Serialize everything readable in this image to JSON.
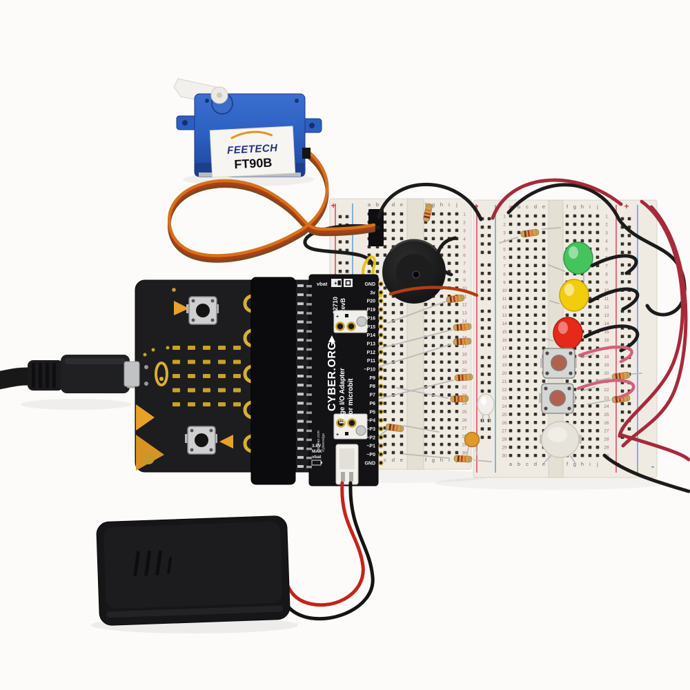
{
  "servo": {
    "brand": "FEETECH",
    "model": "FT90B"
  },
  "adapter": {
    "brand": "CYBER.ORG",
    "product_line1": "Edge I/O Adapter",
    "product_line2": "for microbit",
    "part_number": "32710",
    "revision": "RevB",
    "vbat_label": "vbat",
    "plus": "+",
    "minus": "-",
    "site_line1": "parallax.com",
    "site_line2": "/cyberedge",
    "power_note_line1": "3.6V",
    "power_note_line2": "MAX",
    "power_note_line3": "vbat",
    "pins": [
      "GND",
      "3v",
      "P20",
      "P19",
      "P16",
      "P15",
      "P14",
      "P13",
      "P12",
      "P11",
      "~P10",
      "P9",
      "P8",
      "P7",
      "P6",
      "P5",
      "~P4",
      "~P3",
      "~P2",
      "~P1",
      "~P0",
      "GND"
    ]
  },
  "breadboards": {
    "left_columns": [
      "a",
      "b",
      "c",
      "d",
      "e"
    ],
    "right_columns": [
      "f",
      "g",
      "h",
      "i",
      "j"
    ],
    "row_count": 30,
    "plus": "+",
    "minus": "-"
  },
  "colors": {
    "led_green": "#45c45e",
    "led_yellow": "#f2cd0c",
    "led_red": "#e5291b",
    "servo_blue": "#2c5fc0",
    "wire_orange": "#d4721c",
    "wire_red": "#b33c12",
    "wire_brown": "#7c4a20",
    "wire_black": "#1b1b1b",
    "wire_yellow": "#e3c414",
    "wire_pink": "#d4607a",
    "wire_darkred": "#a62a3a",
    "breadboard": "#efebe2",
    "pcb_black": "#131316",
    "gold": "#d2a52c"
  }
}
